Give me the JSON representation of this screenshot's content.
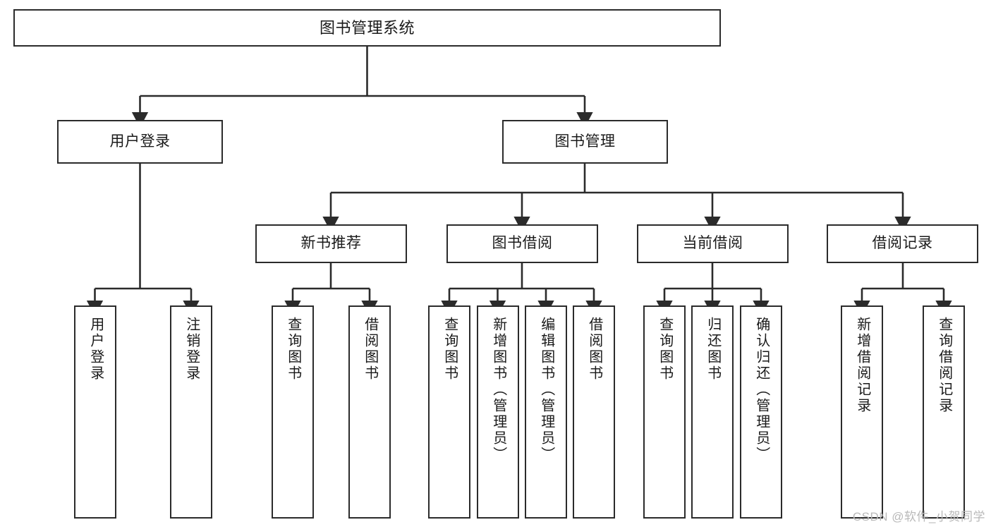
{
  "diagram": {
    "title": "图书管理系统",
    "type": "tree-hierarchy",
    "watermark": "CSDN @软件_小贺同学",
    "colors": {
      "background": "#ffffff",
      "border": "#2b2b2b",
      "text": "#1a1a1a",
      "edge": "#2b2b2b",
      "watermark": "#b9b9b9"
    },
    "root": {
      "label": "图书管理系统"
    },
    "level2": [
      {
        "label": "用户登录"
      },
      {
        "label": "图书管理"
      }
    ],
    "level3": [
      {
        "label": "新书推荐"
      },
      {
        "label": "图书借阅"
      },
      {
        "label": "当前借阅"
      },
      {
        "label": "借阅记录"
      }
    ],
    "leaves": {
      "user_login": [
        {
          "label": "用户登录"
        },
        {
          "label": "注销登录"
        }
      ],
      "new_book": [
        {
          "label": "查询图书"
        },
        {
          "label": "借阅图书"
        }
      ],
      "book_borrow": [
        {
          "label": "查询图书"
        },
        {
          "label": "新增图书（管理员）"
        },
        {
          "label": "编辑图书（管理员）"
        },
        {
          "label": "借阅图书"
        }
      ],
      "current_borrow": [
        {
          "label": "查询图书"
        },
        {
          "label": "归还图书"
        },
        {
          "label": "确认归还（管理员）"
        }
      ],
      "borrow_record": [
        {
          "label": "新增借阅记录"
        },
        {
          "label": "查询借阅记录"
        }
      ]
    }
  }
}
